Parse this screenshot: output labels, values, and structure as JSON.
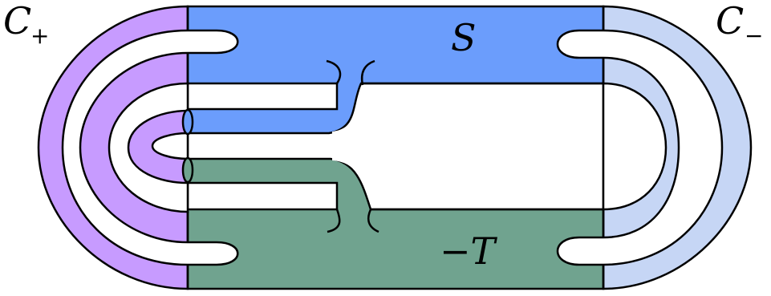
{
  "labels": {
    "c_plus": "C",
    "c_plus_sub": "+",
    "c_minus": "C",
    "c_minus_sub": "−",
    "s": "S",
    "minus_t": "−T"
  },
  "colors": {
    "s_surface": "#6b9dfc",
    "t_surface": "#70a38f",
    "c_plus_band": "#c79bff",
    "c_minus_band": "#c6d6f5",
    "outline": "#000000",
    "background": "#ffffff"
  }
}
